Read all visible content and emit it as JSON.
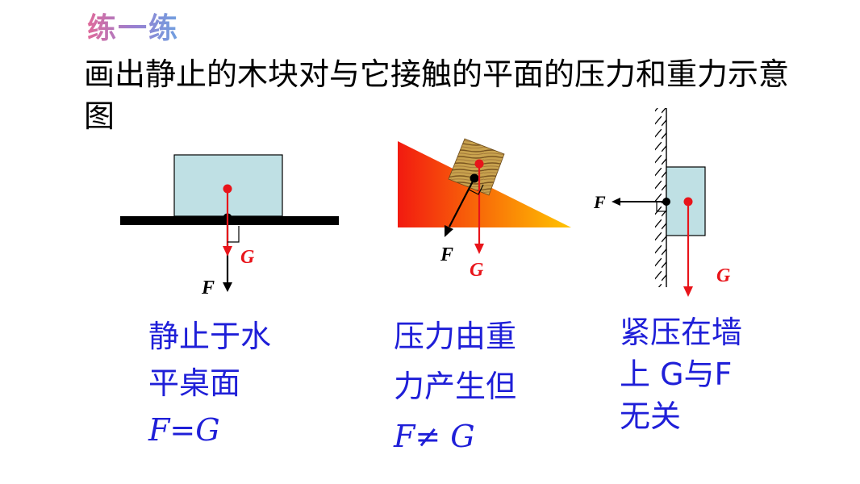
{
  "heading": "练一练",
  "instruction": "画出静止的木块对与它接触的平面的压力和重力示意图",
  "diagram1": {
    "f_label": "F",
    "g_label": "G",
    "caption_line1": "静止于水",
    "caption_line2": "平桌面",
    "caption_formula": "F=G"
  },
  "diagram2": {
    "f_label": "F",
    "g_label": "G",
    "caption_line1": "压力由重",
    "caption_line2": "力产生但",
    "caption_formula": "F≠ G"
  },
  "diagram3": {
    "f_label": "F",
    "g_label": "G",
    "caption_line1": "紧压在墙",
    "caption_line2": "上 G与F",
    "caption_line3": "无关"
  },
  "colors": {
    "gravity_arrow": "#e8141a",
    "pressure_arrow": "#000000",
    "block": "#bfe0e4",
    "caption_text": "#1f1fd8",
    "incline_gradient": [
      "#f21a10",
      "#ffc400"
    ]
  }
}
